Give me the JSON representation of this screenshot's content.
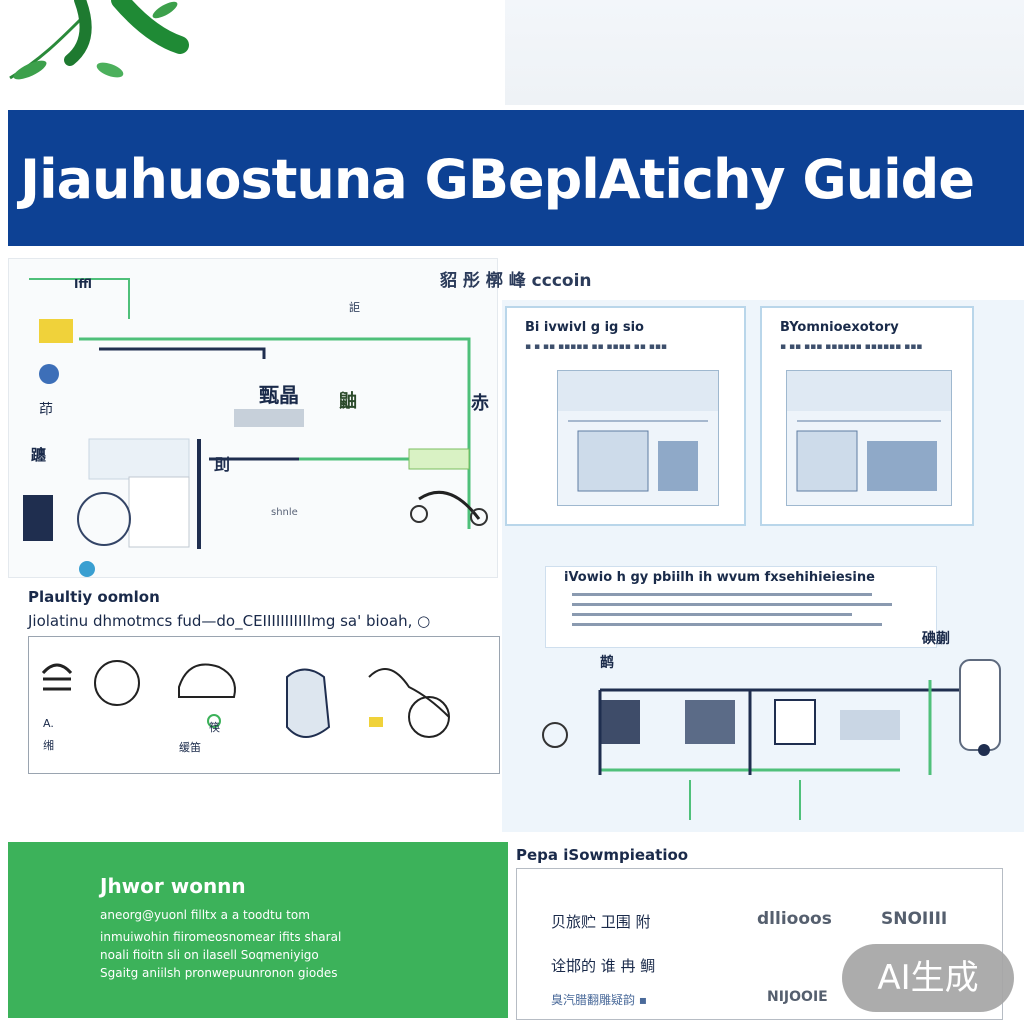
{
  "banner": {
    "title": "Jiauhuostuna GBeplAtichy Guide"
  },
  "flow": {
    "caption": "貂 彤 槨 峰 cccoin"
  },
  "left_diagram": {
    "labels": [
      "Iffl",
      "甄晶",
      "鼬",
      "躔",
      "茚",
      "詎",
      "刞",
      "赤",
      "shnle"
    ]
  },
  "panel_a": {
    "title": "Bi ivwivl g ig sio",
    "subtitle": "▪ ▪ ▪▪ ▪▪▪▪▪ ▪▪ ▪▪▪▪ ▪▪ ▪▪▪"
  },
  "panel_b": {
    "title": "BYomnioexotory",
    "subtitle": "▪ ▪▪ ▪▪▪ ▪▪▪▪▪▪ ▪▪▪▪▪▪ ▪▪▪"
  },
  "lower_panel": {
    "title": "iVowio h gy pbiilh ih wvum fxsehihieiesine",
    "tag_a": "鹋",
    "tag_b": "碘蒯"
  },
  "legend": {
    "title": "Plaultiy oomlon",
    "subtitle": "Jiolatinu dhmotmcs fud—do_CEIIIIIIIIIIImg sa' bioah, ○",
    "items": [
      "缃",
      "筷",
      "缓笛",
      "A."
    ]
  },
  "green_box": {
    "title": "Jhwor wonnn",
    "lines": [
      "aneorg@yuonl filltx a a toodtu tom",
      "inmuiwohin fiiromeosnomear  ifits sharal",
      "noali fioitn sli on ilasell Soqmeniyigo",
      "Sgaitg aniilsh pronwepuunronon giodes"
    ]
  },
  "properties": {
    "title": "Pepa iSowmpieatioo",
    "rows": [
      {
        "label": "贝旅贮 卫围 附",
        "value": "dlliooos",
        "value2": "SNOIIII"
      },
      {
        "label": "诠邯的 谁 冉 鲷",
        "value": "",
        "value2": ""
      },
      {
        "label": "臭汽腊翻雕疑韵 ▪",
        "value": "",
        "value2": "NIJOOIE"
      }
    ]
  },
  "badge": {
    "text": "AI生成"
  },
  "colors": {
    "banner": "#0d4194",
    "green": "#3cb25a",
    "accent_green": "#4fc07a",
    "light_blue": "#eef5fb"
  }
}
